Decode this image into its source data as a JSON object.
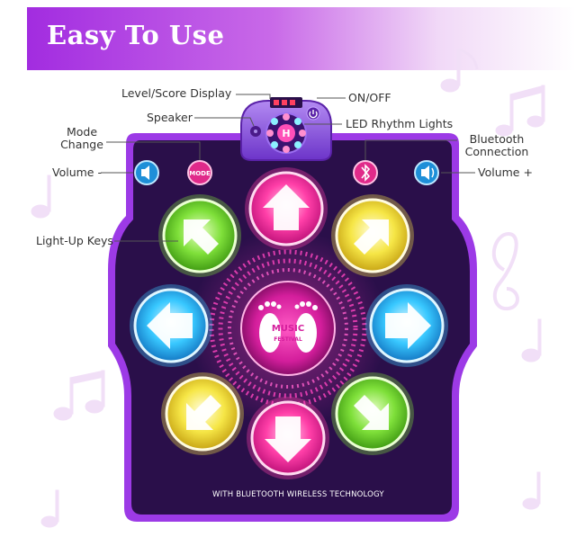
{
  "banner": {
    "title": "Easy To Use"
  },
  "labels": {
    "level_score": "Level/Score Display",
    "on_off": "ON/OFF",
    "speaker": "Speaker",
    "led_lights": "LED Rhythm Lights",
    "mode_change_1": "Mode",
    "mode_change_2": "Change",
    "bluetooth_1": "Bluetooth",
    "bluetooth_2": "Connection",
    "volume_minus": "Volume -",
    "volume_plus": "Volume +",
    "light_up_keys": "Light-Up Keys"
  },
  "mat": {
    "mode_button": "MODE",
    "center_logo_1": "MUSIC",
    "center_logo_2": "FESTIVAL",
    "footer": "WITH BLUETOOTH WIRELESS TECHNOLOGY",
    "colors": {
      "mat": "#2a0f4a",
      "border": "#7b2fd0",
      "pink": "#ff3fa8",
      "green": "#7fe03a",
      "yellow": "#f6e646",
      "cyan": "#38c8ff"
    }
  }
}
